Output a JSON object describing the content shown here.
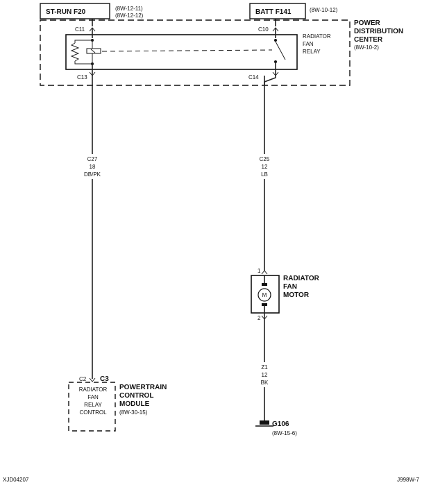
{
  "fuses": {
    "st_run": {
      "label": "ST-RUN F20",
      "ref1": "(8W-12-11)",
      "ref2": "(8W-12-12)"
    },
    "batt": {
      "label": "BATT F141",
      "ref": "(8W-10-12)"
    }
  },
  "pdc": {
    "title1": "POWER",
    "title2": "DISTRIBUTION",
    "title3": "CENTER",
    "ref": "(8W-10-2)",
    "relay": [
      "RADIATOR",
      "FAN",
      "RELAY"
    ],
    "connectors": {
      "c11": "C11",
      "c10": "C10",
      "c13": "C13",
      "c14": "C14"
    }
  },
  "wires": {
    "left": {
      "circuit": "C27",
      "gauge": "18",
      "color": "DB/PK"
    },
    "right": {
      "circuit": "C25",
      "gauge": "12",
      "color": "LB"
    },
    "ground": {
      "circuit": "Z1",
      "gauge": "12",
      "color": "BK"
    }
  },
  "motor": {
    "title": [
      "RADIATOR",
      "FAN",
      "MOTOR"
    ],
    "pin1": "1",
    "pin2": "2",
    "symbol": "M"
  },
  "pcm": {
    "pin": "C2",
    "connector": "C3",
    "title": [
      "POWERTRAIN",
      "CONTROL",
      "MODULE"
    ],
    "ref": "(8W-30-15)",
    "function": [
      "RADIATOR",
      "FAN",
      "RELAY",
      "CONTROL"
    ]
  },
  "ground": {
    "label": "G106",
    "ref": "(8W-15-6)"
  },
  "footer": {
    "left": "XJD04207",
    "right": "J998W-7"
  }
}
